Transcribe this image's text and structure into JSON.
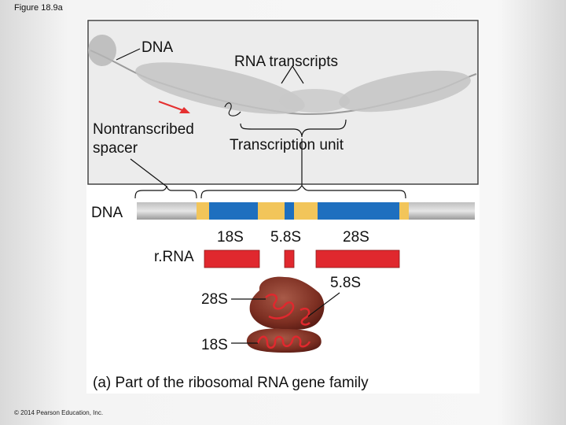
{
  "figure_label": "Figure 18.9a",
  "copyright": "© 2014 Pearson Education, Inc.",
  "micrograph": {
    "dna_label": "DNA",
    "rna_transcripts_label": "RNA transcripts",
    "nontranscribed_line1": "Nontranscribed",
    "nontranscribed_line2": "spacer",
    "transcription_unit_label": "Transcription unit"
  },
  "gene_map": {
    "dna_label": "DNA",
    "rrna_label": "r.RNA",
    "genes": [
      "18S",
      "5.8S",
      "28S"
    ]
  },
  "ribosome": {
    "label_28s": "28S",
    "label_58s": "5.8S",
    "label_18s": "18S"
  },
  "caption": "(a) Part of the ribosomal RNA gene family",
  "colors": {
    "gene_blue": "#1e6fbf",
    "spacer_yellow": "#f2c55a",
    "rrna_red": "#e0282e",
    "ribosome_brown": "#8a3a2c",
    "arrow_red": "#e53030"
  }
}
